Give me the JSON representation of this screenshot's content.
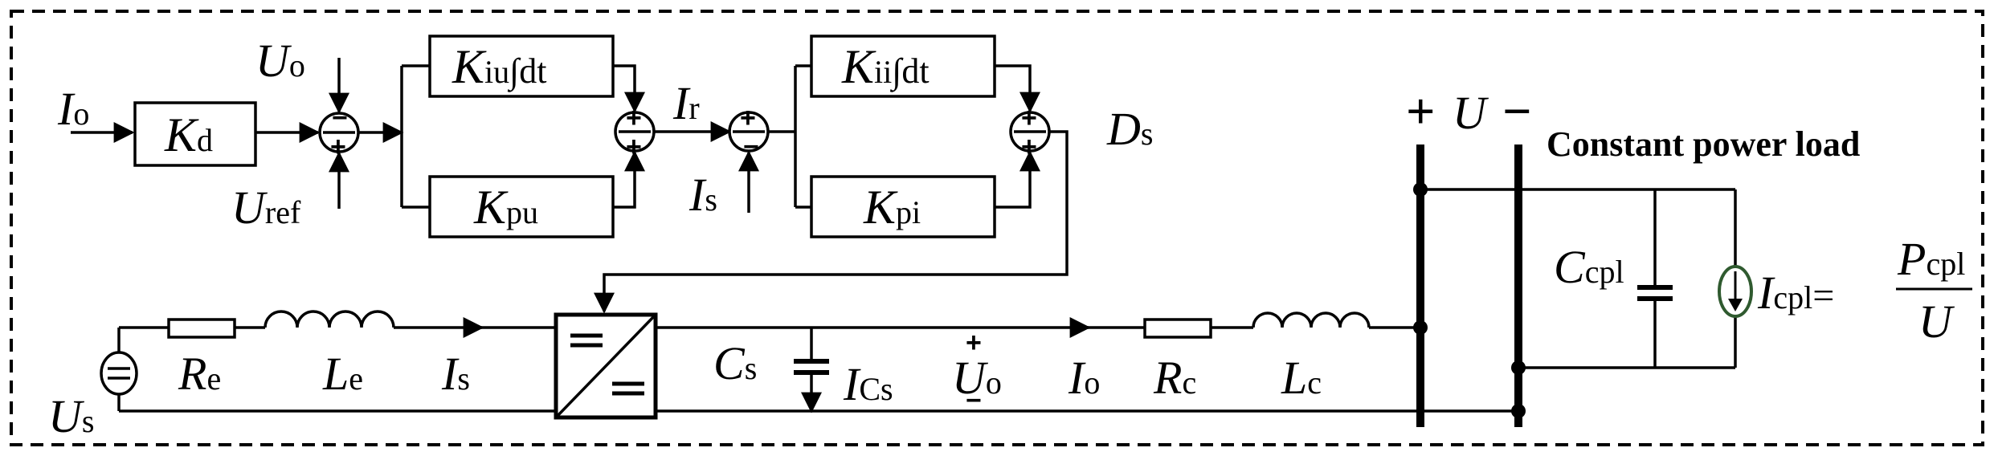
{
  "controller": {
    "blocks": {
      "kd": {
        "main": "K",
        "sub": "d"
      },
      "kiu": {
        "main": "K",
        "sub": "iu",
        "tail": "∫dt"
      },
      "kpu": {
        "main": "K",
        "sub": "pu"
      },
      "kii": {
        "main": "K",
        "sub": "ii",
        "tail": "∫dt"
      },
      "kpi": {
        "main": "K",
        "sub": "pi"
      }
    },
    "signals": {
      "io_in": {
        "main": "I",
        "sub": "o"
      },
      "uo_fb": {
        "main": "U",
        "sub": "o"
      },
      "uref": {
        "main": "U",
        "sub": "ref"
      },
      "ir": {
        "main": "I",
        "sub": "r"
      },
      "is_fb": {
        "main": "I",
        "sub": "s"
      },
      "ds": {
        "main": "D",
        "sub": "s"
      }
    },
    "summers": {
      "sum1": {
        "top": "−",
        "bottom": "+"
      },
      "sum2": {
        "top": "+",
        "bottom": "+"
      },
      "sum3": {
        "top": "+",
        "bottom": "−"
      },
      "sum4": {
        "top": "+",
        "bottom": "+"
      }
    }
  },
  "circuit": {
    "source": {
      "main": "U",
      "sub": "s"
    },
    "re": {
      "main": "R",
      "sub": "e"
    },
    "le": {
      "main": "L",
      "sub": "e"
    },
    "is": {
      "main": "I",
      "sub": "s"
    },
    "cs": {
      "main": "C",
      "sub": "s"
    },
    "ics": {
      "main": "I",
      "sub": "Cs"
    },
    "uo": {
      "main": "U",
      "sub": "o",
      "plus": "+",
      "minus": "−"
    },
    "io": {
      "main": "I",
      "sub": "o"
    },
    "rc": {
      "main": "R",
      "sub": "c"
    },
    "lc": {
      "main": "L",
      "sub": "c"
    }
  },
  "bus": {
    "plus": "+",
    "label": "U",
    "minus": "−"
  },
  "load": {
    "title": "Constant power load",
    "ccpl": {
      "main": "C",
      "sub": "cpl"
    },
    "icpl": {
      "main": "I",
      "sub": "cpl",
      "eq": "=",
      "num_main": "P",
      "num_sub": "cpl",
      "den": "U"
    }
  }
}
